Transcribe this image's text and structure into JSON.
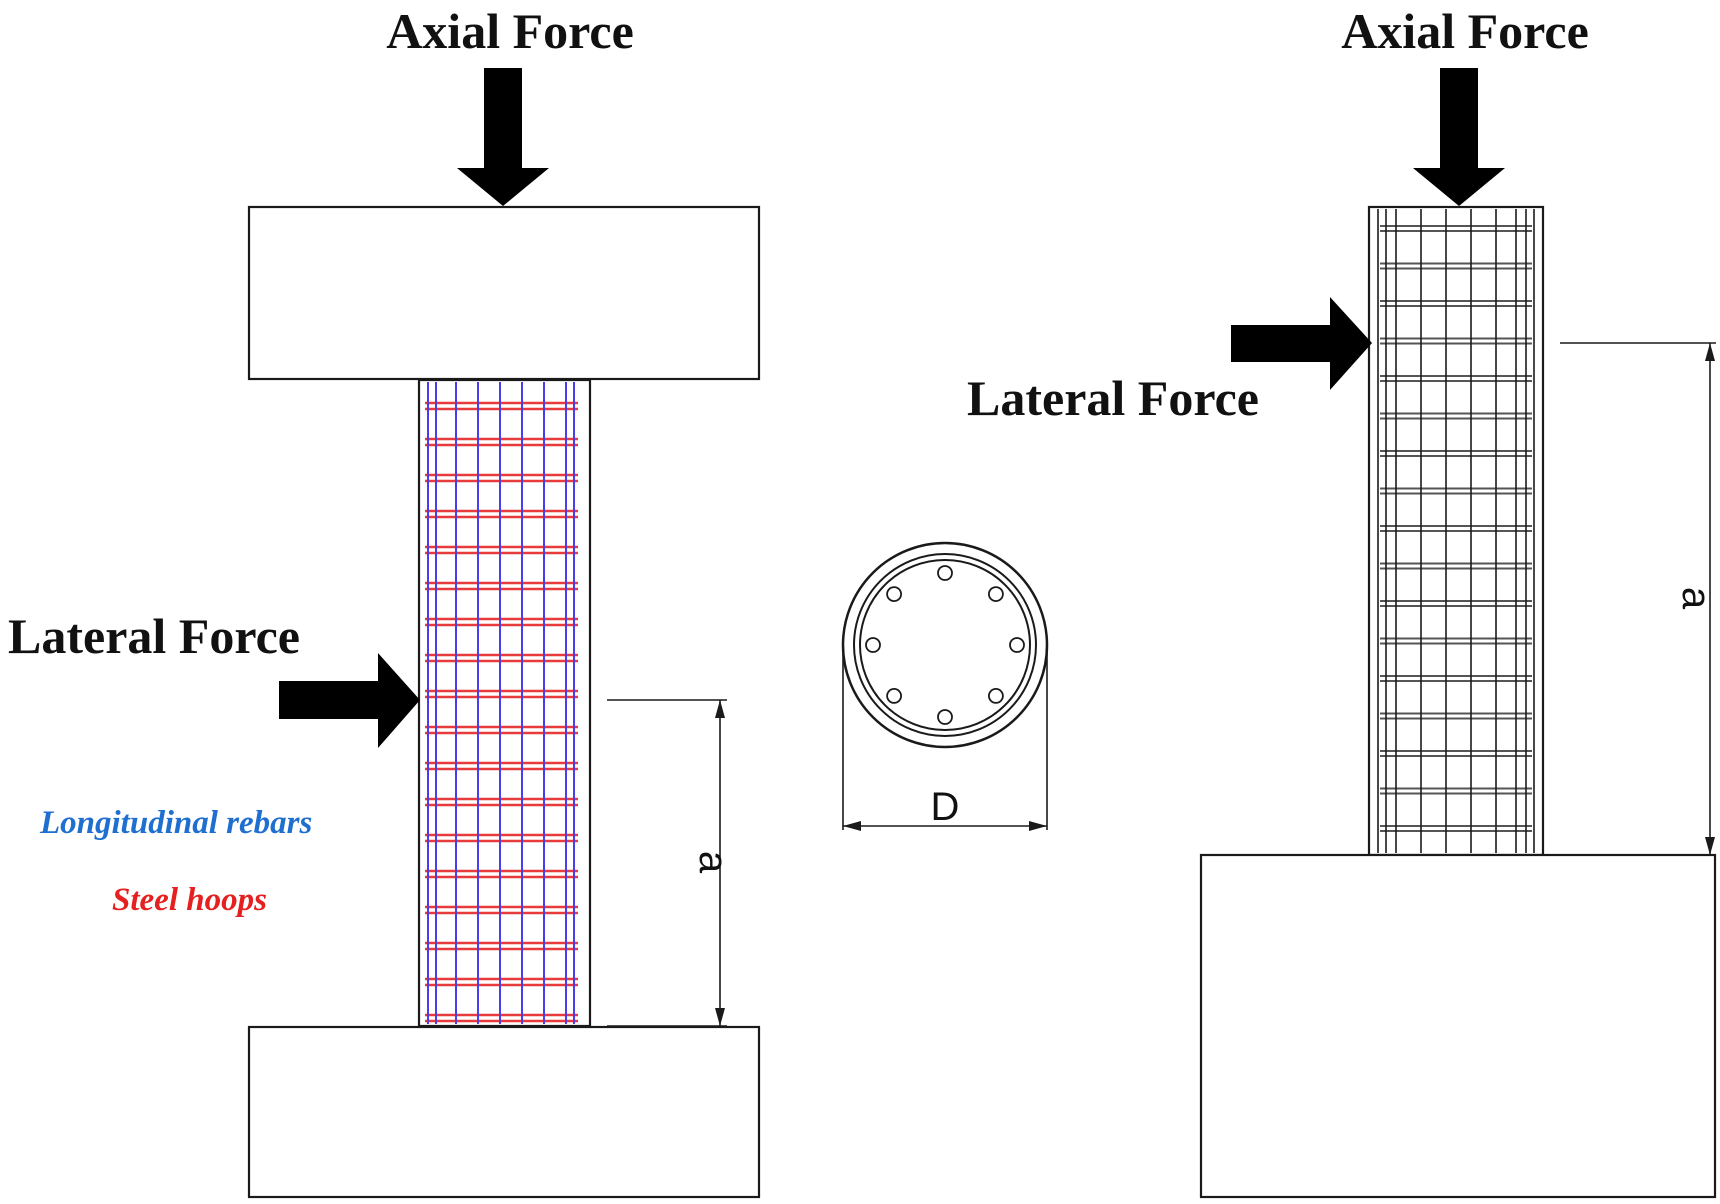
{
  "left_column": {
    "axial_force_label": "Axial Force",
    "lateral_force_label": "Lateral Force",
    "longitudinal_rebars_label": "Longitudinal rebars",
    "steel_hoops_label": "Steel hoops",
    "height_dimension_label": "a"
  },
  "cross_section": {
    "diameter_label": "D"
  },
  "right_column": {
    "axial_force_label": "Axial Force",
    "lateral_force_label": "Lateral Force",
    "height_dimension_label": "a"
  },
  "colors": {
    "rebar": "#4a3df0",
    "hoop": "#e83a3a",
    "longitudinal_label": "#1f6fd0",
    "hoop_label": "#e42020",
    "line": "#1a1a1a"
  }
}
